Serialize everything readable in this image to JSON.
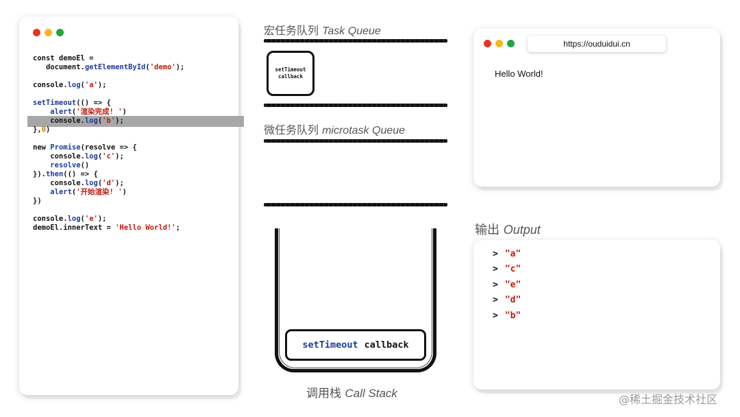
{
  "colors": {
    "dot_red": "#e8341f",
    "dot_yellow": "#f5b61c",
    "dot_green": "#23a63a",
    "code_keyword_blue": "#1d3b9c",
    "code_string_red": "#c0190c",
    "code_number_orange": "#d07a0c",
    "highlight_gray": "#a7a7a7"
  },
  "code": {
    "lines": [
      [
        {
          "t": "const demoEl ="
        }
      ],
      [
        {
          "t": "   document."
        },
        {
          "t": "getElementById",
          "c": "fn"
        },
        {
          "t": "("
        },
        {
          "t": "'demo'",
          "c": "str"
        },
        {
          "t": ");"
        }
      ],
      [],
      [
        {
          "t": "console."
        },
        {
          "t": "log",
          "c": "fn"
        },
        {
          "t": "("
        },
        {
          "t": "'a'",
          "c": "str"
        },
        {
          "t": ");"
        }
      ],
      [],
      [
        {
          "t": "setTimeout",
          "c": "fn"
        },
        {
          "t": "(() => {"
        }
      ],
      [
        {
          "t": "    "
        },
        {
          "t": "alert",
          "c": "fn"
        },
        {
          "t": "("
        },
        {
          "t": "'渲染完成! '",
          "c": "str"
        },
        {
          "t": ")"
        }
      ],
      [
        {
          "t": "    console."
        },
        {
          "t": "log",
          "c": "fn"
        },
        {
          "t": "("
        },
        {
          "t": "'b'",
          "c": "str"
        },
        {
          "t": ");"
        }
      ],
      [
        {
          "t": "},"
        },
        {
          "t": "0",
          "c": "num"
        },
        {
          "t": ")"
        }
      ],
      [],
      [
        {
          "t": "new "
        },
        {
          "t": "Promise",
          "c": "fn"
        },
        {
          "t": "(resolve => {"
        }
      ],
      [
        {
          "t": "    console."
        },
        {
          "t": "log",
          "c": "fn"
        },
        {
          "t": "("
        },
        {
          "t": "'c'",
          "c": "str"
        },
        {
          "t": ");"
        }
      ],
      [
        {
          "t": "    "
        },
        {
          "t": "resolve",
          "c": "fn"
        },
        {
          "t": "()"
        }
      ],
      [
        {
          "t": "})."
        },
        {
          "t": "then",
          "c": "fn"
        },
        {
          "t": "(() => {"
        }
      ],
      [
        {
          "t": "    console."
        },
        {
          "t": "log",
          "c": "fn"
        },
        {
          "t": "("
        },
        {
          "t": "'d'",
          "c": "str"
        },
        {
          "t": ");"
        }
      ],
      [
        {
          "t": "    "
        },
        {
          "t": "alert",
          "c": "fn"
        },
        {
          "t": "("
        },
        {
          "t": "'开始渲染! '",
          "c": "str"
        },
        {
          "t": ")"
        }
      ],
      [
        {
          "t": "})"
        }
      ],
      [],
      [
        {
          "t": "console."
        },
        {
          "t": "log",
          "c": "fn"
        },
        {
          "t": "("
        },
        {
          "t": "'e'",
          "c": "str"
        },
        {
          "t": ");"
        }
      ],
      [
        {
          "t": "demoEl.innerText = "
        },
        {
          "t": "'Hello World!'",
          "c": "str"
        },
        {
          "t": ";"
        }
      ]
    ],
    "highlighted_line": 7
  },
  "task_queue": {
    "label_zh": "宏任务队列 ",
    "label_en": "Task Queue",
    "item_line1": "setTimeout",
    "item_line2": "callback"
  },
  "microtask_queue": {
    "label_zh": "微任务队列 ",
    "label_en": "microtask Queue"
  },
  "call_stack": {
    "label_zh": "调用栈 ",
    "label_en": "Call Stack",
    "item_fn": "setTimeout",
    "item_text": "callback"
  },
  "browser": {
    "url": "https://ouduidui.cn",
    "content": "Hello World!"
  },
  "output": {
    "label_zh": "输出 ",
    "label_en": "Output",
    "prompt": ">",
    "lines": [
      "\"a\"",
      "\"c\"",
      "\"e\"",
      "\"d\"",
      "\"b\""
    ]
  },
  "watermark": "@稀土掘金技术社区"
}
